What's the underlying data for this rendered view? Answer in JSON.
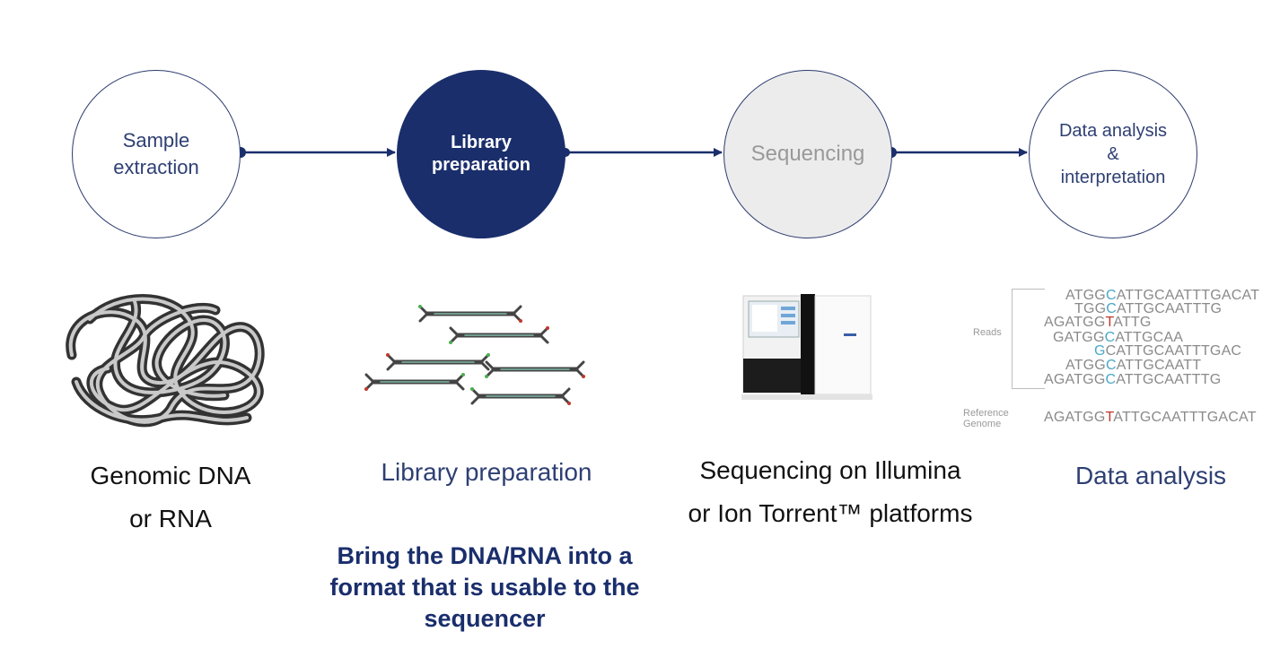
{
  "steps": [
    {
      "label": "Sample\nextraction"
    },
    {
      "label": "Library\npreparation"
    },
    {
      "label": "Sequencing"
    },
    {
      "label": "Data analysis\n&\ninterpretation"
    }
  ],
  "captions": {
    "genomic": "Genomic DNA\nor RNA",
    "library": "Library preparation",
    "sequencing": "Sequencing on Illumina\nor Ion Torrent™ platforms",
    "analysis": "Data analysis"
  },
  "library_description": "Bring the DNA/RNA into a\nformat that is usable to the\nsequencer",
  "alignment": {
    "reads_label": "Reads",
    "reference_label": "Reference\nGenome",
    "reads": [
      "ATGGCATTGCAATTTGACAT",
      "TGGCATTGCAATTTG",
      "AGATGGTATTG",
      "GATGGCATTGCAA",
      "GCATTGCAATTTGAC",
      "ATGGCATTGCAATT",
      "AGATGGCATTGCAATTTG"
    ],
    "reference": "AGATGGTATTGCAATTTGACAT"
  },
  "colors": {
    "navy": "#1a2e6c",
    "text_blue": "#2e3f73",
    "grey_fill": "#ececec",
    "highlight_c": "#4aa8c8",
    "highlight_t": "#c0392b"
  }
}
